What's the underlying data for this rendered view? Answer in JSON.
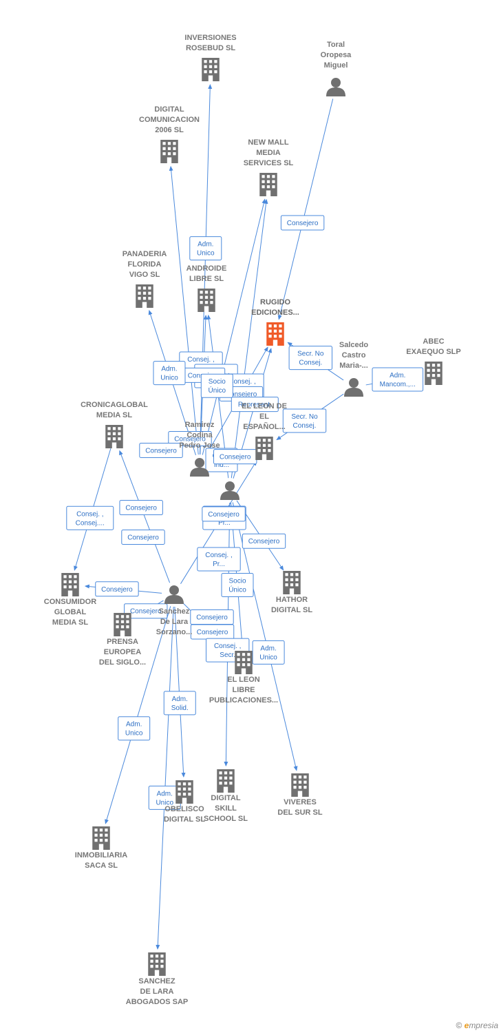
{
  "colors": {
    "edge": "#4a89dc",
    "node": "#707070",
    "focus": "#f05a28",
    "label": "#777777"
  },
  "nodes": [
    {
      "id": "inversiones",
      "type": "company",
      "lines": [
        "INVERSIONES",
        "ROSEBUD SL"
      ],
      "icon": "building-icon"
    },
    {
      "id": "toral",
      "type": "person",
      "lines": [
        "Toral",
        "Oropesa",
        "Miguel"
      ],
      "icon": "person-icon"
    },
    {
      "id": "digitalcom",
      "type": "company",
      "lines": [
        "DIGITAL",
        "COMUNICACION",
        "2006 SL"
      ],
      "icon": "building-icon"
    },
    {
      "id": "newmall",
      "type": "company",
      "lines": [
        "NEW MALL",
        "MEDIA",
        "SERVICES  SL"
      ],
      "icon": "building-icon"
    },
    {
      "id": "panaderia",
      "type": "company",
      "lines": [
        "PANADERIA",
        "FLORIDA",
        "VIGO SL"
      ],
      "icon": "building-icon"
    },
    {
      "id": "androide",
      "type": "company",
      "lines": [
        "ANDROIDE",
        "LIBRE  SL"
      ],
      "icon": "building-icon"
    },
    {
      "id": "rugido",
      "type": "focus",
      "lines": [
        "RUGIDO",
        "EDICIONES..."
      ],
      "icon": "building-icon"
    },
    {
      "id": "salcedo",
      "type": "person",
      "lines": [
        "Salcedo",
        "Castro",
        "Maria-..."
      ],
      "icon": "person-icon"
    },
    {
      "id": "abec",
      "type": "company",
      "lines": [
        "ABEC",
        "EXAEQUO  SLP"
      ],
      "icon": "building-icon"
    },
    {
      "id": "cronica",
      "type": "company",
      "lines": [
        "CRONICAGLOBAL",
        "MEDIA  SL"
      ],
      "icon": "building-icon"
    },
    {
      "id": "ramirez",
      "type": "person",
      "lines": [
        "Ramirez",
        "Codina",
        "Pedro Jose"
      ],
      "icon": "person-icon"
    },
    {
      "id": "elleonesp",
      "type": "company",
      "lines": [
        "EL LEON DE",
        "EL",
        "ESPAÑOL..."
      ],
      "icon": "building-icon"
    },
    {
      "id": "person2",
      "type": "person",
      "lines": [],
      "icon": "person-icon"
    },
    {
      "id": "consumidor",
      "type": "company",
      "lines": [
        "CONSUMIDOR",
        "GLOBAL",
        "MEDIA  SL"
      ],
      "icon": "building-icon"
    },
    {
      "id": "sanchez",
      "type": "person",
      "lines": [
        "Sanchez",
        "De Lara",
        "Sorzano..."
      ],
      "icon": "person-icon"
    },
    {
      "id": "hathor",
      "type": "company",
      "lines": [
        "HATHOR",
        "DIGITAL  SL"
      ],
      "icon": "building-icon"
    },
    {
      "id": "prensa",
      "type": "company",
      "lines": [
        "PRENSA",
        "EUROPEA",
        "DEL SIGLO..."
      ],
      "icon": "building-icon"
    },
    {
      "id": "elleonlibre",
      "type": "company",
      "lines": [
        "EL LEON",
        "LIBRE",
        "PUBLICACIONES..."
      ],
      "icon": "building-icon"
    },
    {
      "id": "obelisco",
      "type": "company",
      "lines": [
        "OBELISCO",
        "DIGITAL  SL"
      ],
      "icon": "building-icon"
    },
    {
      "id": "digitalskill",
      "type": "company",
      "lines": [
        "DIGITAL",
        "SKILL",
        "SCHOOL  SL"
      ],
      "icon": "building-icon"
    },
    {
      "id": "viveres",
      "type": "company",
      "lines": [
        "VIVERES",
        "DEL SUR SL"
      ],
      "icon": "building-icon"
    },
    {
      "id": "inmobiliaria",
      "type": "company",
      "lines": [
        "INMOBILIARIA",
        "SACA  SL"
      ],
      "icon": "building-icon"
    },
    {
      "id": "sanchezabog",
      "type": "company",
      "lines": [
        "SANCHEZ",
        "DE LARA",
        "ABOGADOS SAP"
      ],
      "icon": "building-icon"
    }
  ],
  "edges": [
    {
      "from": "toral",
      "to": "rugido",
      "label": [
        "Consejero"
      ]
    },
    {
      "from": "ramirez",
      "to": "inversiones",
      "label": [
        "Adm.",
        "Unico"
      ]
    },
    {
      "from": "ramirez",
      "to": "digitalcom",
      "label": []
    },
    {
      "from": "ramirez",
      "to": "androide",
      "label": [
        "Consejero"
      ]
    },
    {
      "from": "ramirez",
      "to": "rugido",
      "label": [
        "Consejero"
      ]
    },
    {
      "from": "ramirez",
      "to": "newmall",
      "label": []
    },
    {
      "from": "ramirez",
      "to": "panaderia",
      "label": [
        "Adm.",
        "Unico"
      ]
    },
    {
      "from": "person2",
      "to": "rugido",
      "label": [
        "Represent."
      ]
    },
    {
      "from": "person2",
      "to": "androide",
      "label": [
        "Socio",
        "Único"
      ]
    },
    {
      "from": "person2",
      "to": "newmall",
      "label": []
    },
    {
      "from": "salcedo",
      "to": "rugido",
      "label": [
        "Secr.  No",
        "Consej."
      ]
    },
    {
      "from": "salcedo",
      "to": "abec",
      "label": [
        "Adm.",
        "Mancom.,..."
      ]
    },
    {
      "from": "salcedo",
      "to": "elleonesp",
      "label": [
        "Secr.  No",
        "Consej."
      ]
    },
    {
      "from": "ramirez",
      "to": "elleonesp",
      "label": [
        "Consejero"
      ]
    },
    {
      "from": "sanchez",
      "to": "cronica",
      "label": [
        "Consejero"
      ]
    },
    {
      "from": "cronica",
      "to": "consumidor",
      "label": [
        "Consej. ,",
        "Consej...."
      ]
    },
    {
      "from": "sanchez",
      "to": "consumidor",
      "label": [
        "Consejero"
      ]
    },
    {
      "from": "sanchez",
      "to": "prensa",
      "label": [
        "Consejero"
      ]
    },
    {
      "from": "sanchez",
      "to": "elleonesp",
      "label": [
        "Consejero"
      ]
    },
    {
      "from": "person2",
      "to": "hathor",
      "label": [
        "Consejero"
      ]
    },
    {
      "from": "person2",
      "to": "elleonlibre",
      "label": [
        "Socio",
        "Único"
      ]
    },
    {
      "from": "sanchez",
      "to": "elleonlibre",
      "label": [
        "Consejero"
      ]
    },
    {
      "from": "person2",
      "to": "viveres",
      "label": [
        "Adm.",
        "Unico"
      ]
    },
    {
      "from": "sanchez",
      "to": "obelisco",
      "label": [
        "Adm.",
        "Solid."
      ]
    },
    {
      "from": "person2",
      "to": "digitalskill",
      "label": [
        "Consej. ,",
        "Secr."
      ]
    },
    {
      "from": "sanchez",
      "to": "inmobiliaria",
      "label": [
        "Adm.",
        "Unico"
      ]
    },
    {
      "from": "sanchez",
      "to": "sanchezabog",
      "label": [
        "Adm.",
        "Unico"
      ]
    }
  ],
  "floating_labels": [
    [
      "Consej. ,",
      "Pr..."
    ],
    [
      "Consej. ,",
      "Secr..."
    ],
    [
      "Consej. ,",
      "Pr..."
    ],
    [
      "Consejero"
    ],
    [
      "Consejero"
    ],
    [
      "Con...",
      "Ind..."
    ],
    [
      "Consej. ,",
      "Pr..."
    ],
    [
      "Consejero"
    ],
    [
      "Consej. ,",
      "Pr..."
    ],
    [
      "Consejero"
    ]
  ],
  "footer": {
    "copyright": "©",
    "brand_initial": "e",
    "brand_rest": "mpresia"
  }
}
